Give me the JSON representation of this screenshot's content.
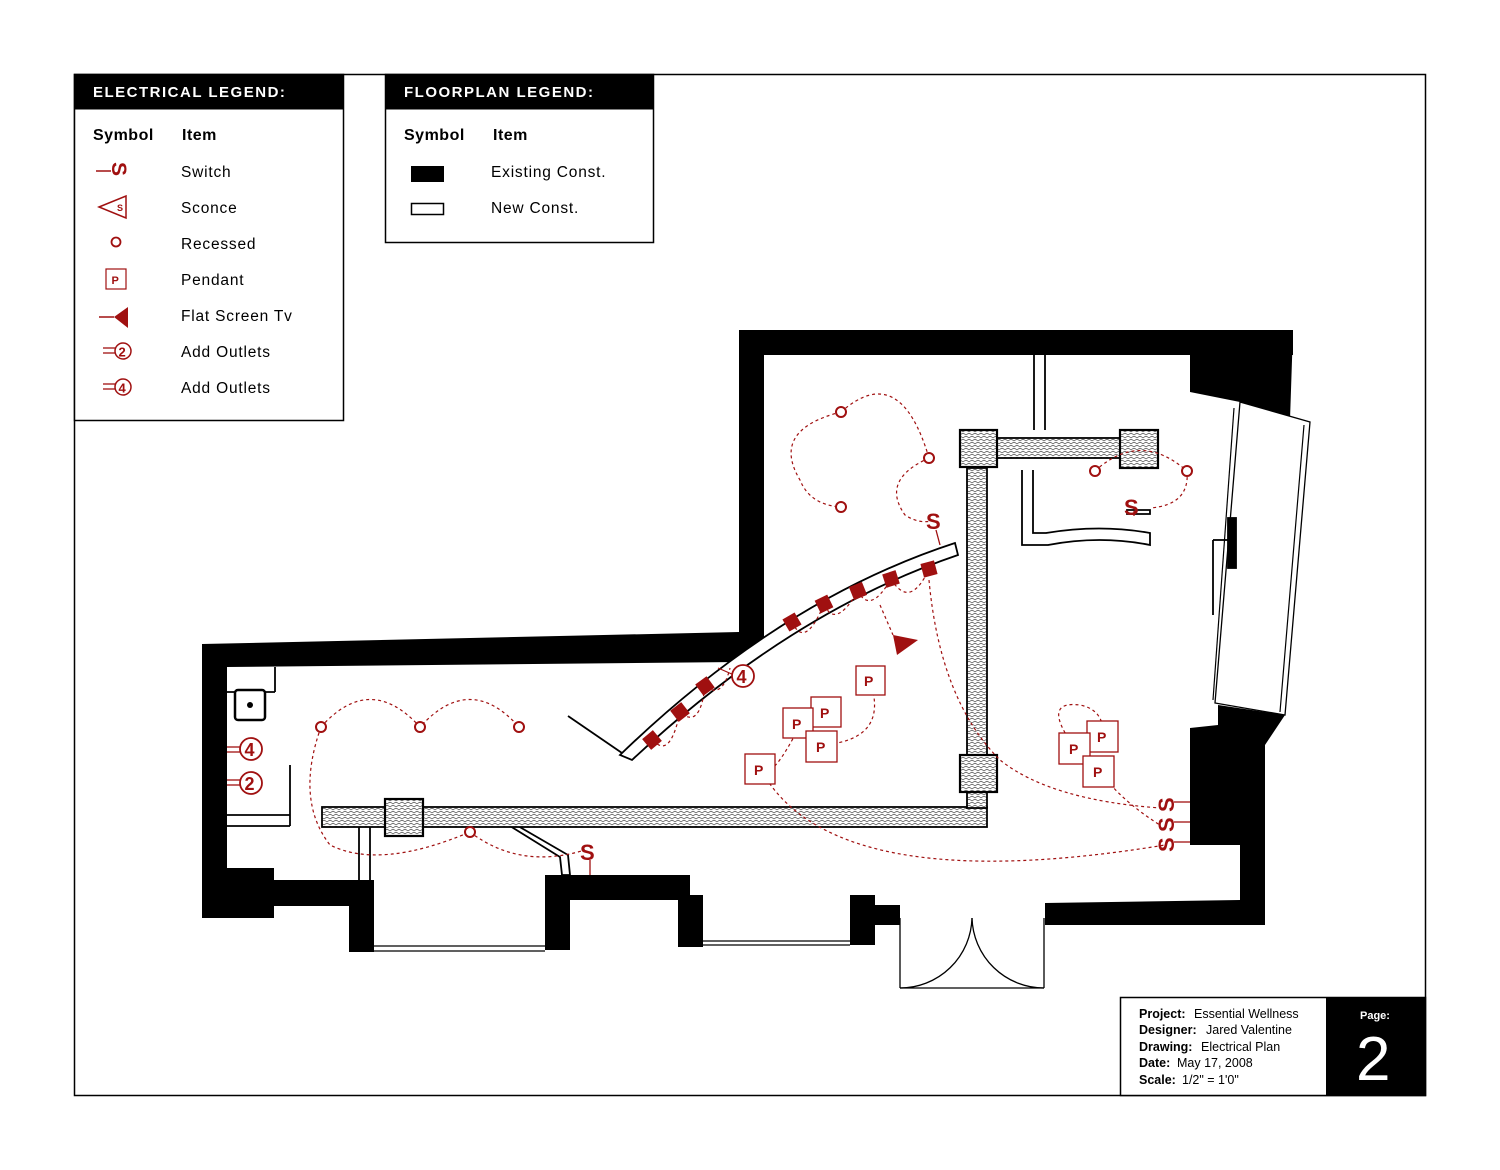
{
  "electrical_legend": {
    "title": "ELECTRICAL LEGEND:",
    "col_symbol": "Symbol",
    "col_item": "Item",
    "items": [
      {
        "icon": "switch-icon",
        "label": "Switch"
      },
      {
        "icon": "sconce-icon",
        "label": "Sconce"
      },
      {
        "icon": "recessed-light-icon",
        "label": "Recessed"
      },
      {
        "icon": "pendant-icon",
        "label": "Pendant"
      },
      {
        "icon": "flat-screen-tv-icon",
        "label": "Flat Screen Tv"
      },
      {
        "icon": "outlet-2-icon",
        "label": "Add Outlets"
      },
      {
        "icon": "outlet-4-icon",
        "label": "Add Outlets"
      }
    ]
  },
  "floorplan_legend": {
    "title": "FLOORPLAN LEGEND:",
    "col_symbol": "Symbol",
    "col_item": "Item",
    "items": [
      {
        "icon": "existing-construction-icon",
        "label": "Existing Const."
      },
      {
        "icon": "new-construction-icon",
        "label": "New Const."
      }
    ]
  },
  "plan_symbols": {
    "switch_letter": "S",
    "pendant_letter": "P",
    "sconce_letter": "S",
    "outlet_two": "2",
    "outlet_four": "4"
  },
  "title_block": {
    "project_label": "Project:",
    "project_value": "Essential Wellness",
    "designer_label": "Designer:",
    "designer_value": "Jared Valentine",
    "drawing_label": "Drawing:",
    "drawing_value": "Electrical Plan",
    "date_label": "Date:",
    "date_value": "May 17, 2008",
    "scale_label": "Scale:",
    "scale_value": "1/2\" = 1'0\"",
    "page_label": "Page:",
    "page_number": "2"
  },
  "colors": {
    "electrical": "#a01010",
    "existing_wall": "#000000"
  }
}
